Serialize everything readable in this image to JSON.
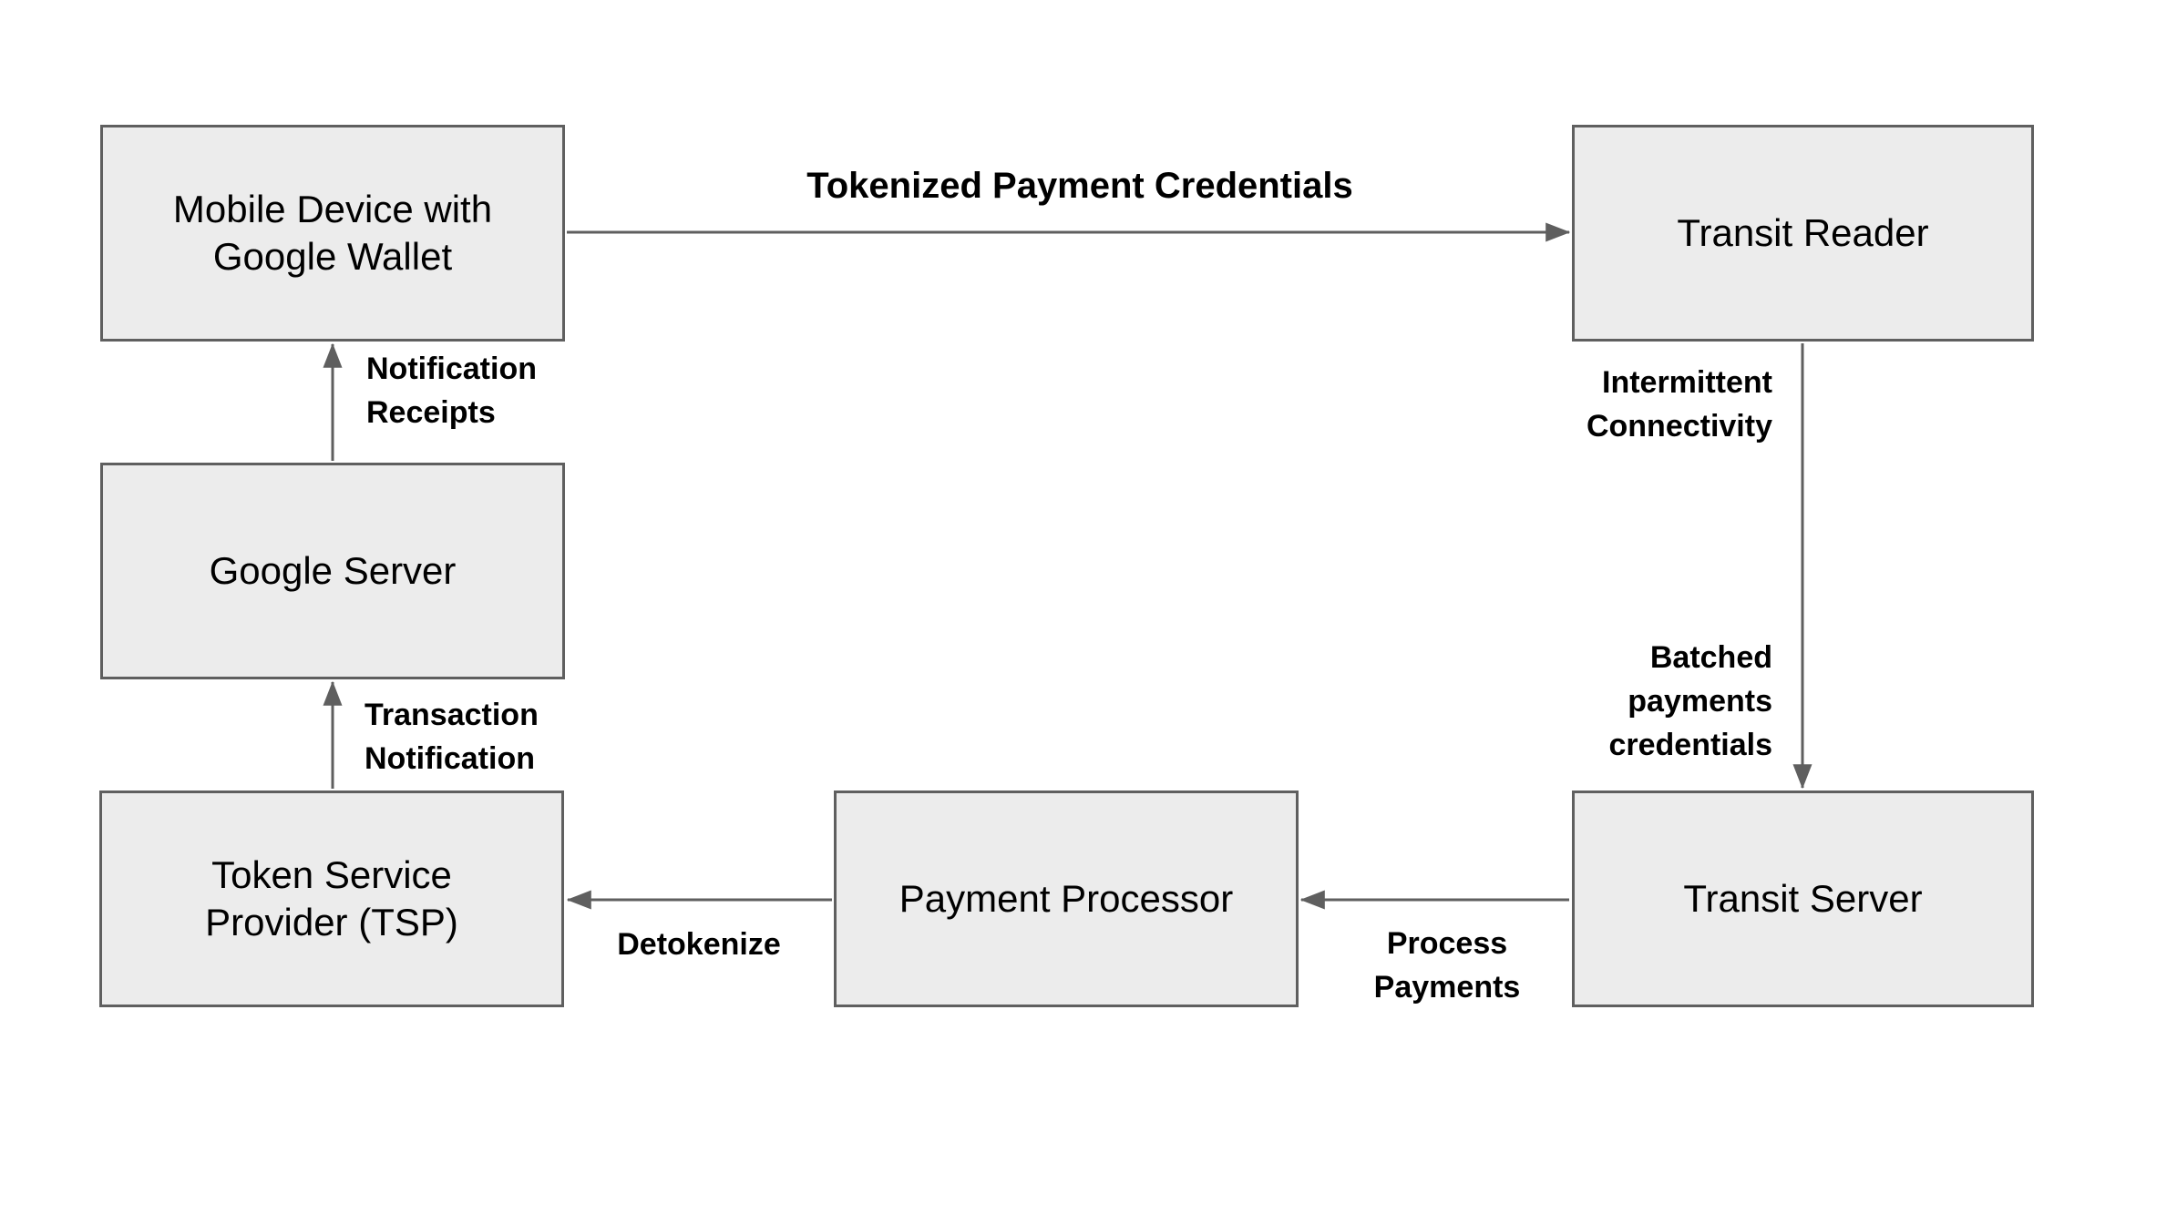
{
  "diagram": {
    "nodes": [
      {
        "id": "mobile-device",
        "label": "Mobile Device with\nGoogle Wallet"
      },
      {
        "id": "transit-reader",
        "label": "Transit Reader"
      },
      {
        "id": "google-server",
        "label": "Google Server"
      },
      {
        "id": "token-service-provider",
        "label": "Token Service\nProvider (TSP)"
      },
      {
        "id": "payment-processor",
        "label": "Payment Processor"
      },
      {
        "id": "transit-server",
        "label": "Transit Server"
      }
    ],
    "edges": [
      {
        "from": "mobile-device",
        "to": "transit-reader",
        "direction": "right",
        "labels": [
          "Tokenized Payment Credentials"
        ]
      },
      {
        "from": "transit-reader",
        "to": "transit-server",
        "direction": "down",
        "labels": [
          "Intermittent\nConnectivity",
          "Batched\npayments\ncredentials"
        ]
      },
      {
        "from": "transit-server",
        "to": "payment-processor",
        "direction": "left",
        "labels": [
          "Process\nPayments"
        ]
      },
      {
        "from": "payment-processor",
        "to": "token-service-provider",
        "direction": "left",
        "labels": [
          "Detokenize"
        ]
      },
      {
        "from": "token-service-provider",
        "to": "google-server",
        "direction": "up",
        "labels": [
          "Transaction\nNotification"
        ]
      },
      {
        "from": "google-server",
        "to": "mobile-device",
        "direction": "up",
        "labels": [
          "Notification\nReceipts"
        ]
      }
    ],
    "colors": {
      "node_fill": "#ececec",
      "node_border": "#5f5f5f",
      "arrow": "#5f5f5f",
      "text": "#000000",
      "background": "#ffffff"
    }
  }
}
